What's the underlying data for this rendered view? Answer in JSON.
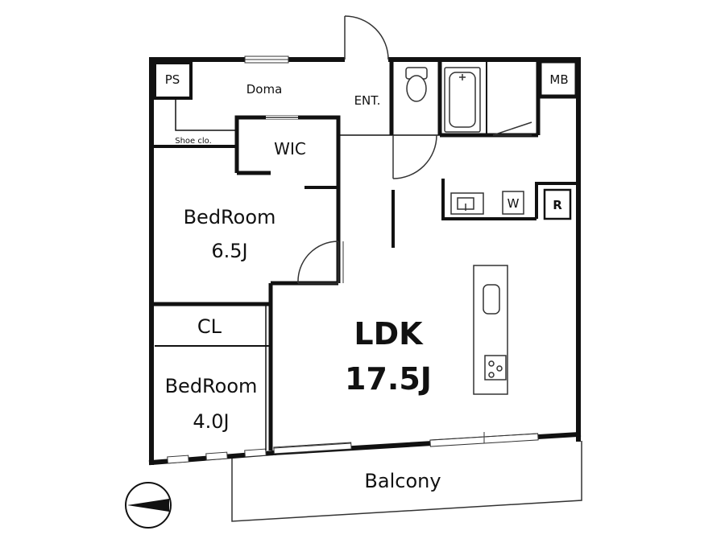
{
  "rooms": {
    "ps": "PS",
    "doma": "Doma",
    "ent": "ENT.",
    "mb": "MB",
    "shoe": "Shoe clo.",
    "wic": "WIC",
    "bedroom1_name": "BedRoom",
    "bedroom1_size": "6.5J",
    "cl": "CL",
    "bedroom2_name": "BedRoom",
    "bedroom2_size": "4.0J",
    "ldk_name": "LDK",
    "ldk_size": "17.5J",
    "balcony": "Balcony"
  },
  "fixtures": {
    "washer": "W",
    "fridge": "R"
  },
  "compass": {
    "icon": "north-arrow-icon"
  }
}
